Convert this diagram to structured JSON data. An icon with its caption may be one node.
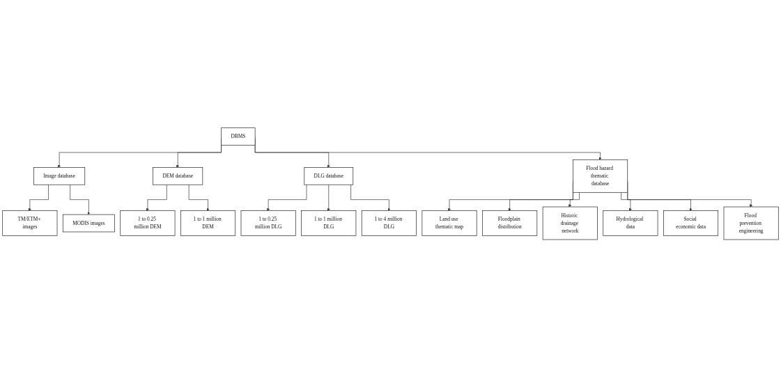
{
  "diagram": {
    "nodes": [
      {
        "text": [
          "DBMS"
        ]
      },
      {
        "text": [
          "Image database"
        ]
      },
      {
        "text": [
          "DEM database"
        ]
      },
      {
        "text": [
          "DLG database"
        ]
      },
      {
        "text": [
          "Flood hazard thematic database"
        ]
      },
      {
        "text": [
          "TM/ETM+ images"
        ]
      },
      {
        "text": [
          "MODIS images"
        ]
      },
      {
        "text": [
          "1 to 0.25 million DEM"
        ]
      },
      {
        "text": [
          "1 to 1 million DEM"
        ]
      },
      {
        "text": [
          "1 to 0.25 million DLG"
        ]
      },
      {
        "text": [
          "1 to 1 million DLG"
        ]
      },
      {
        "text": [
          "1 to 4 million DLG"
        ]
      },
      {
        "text": [
          "Land use thematic map"
        ]
      },
      {
        "text": [
          "Floodplain distribution"
        ]
      },
      {
        "text": [
          "Historic drainage network"
        ]
      },
      {
        "text": [
          "Hydrological data"
        ]
      },
      {
        "text": [
          "Social economic data"
        ]
      },
      {
        "text": [
          "Flood prevention engineering"
        ]
      }
    ],
    "edges": [
      {
        "from": 0,
        "to": 1,
        "arrow": "to"
      },
      {
        "from": 0,
        "to": 2,
        "arrow": "to"
      },
      {
        "from": 0,
        "to": 3,
        "arrow": "to"
      },
      {
        "from": 0,
        "to": 4,
        "arrow": "to"
      },
      {
        "from": 1,
        "to": 5,
        "arrow": "to"
      },
      {
        "from": 1,
        "to": 6,
        "arrow": "to"
      },
      {
        "from": 2,
        "to": 7,
        "arrow": "to"
      },
      {
        "from": 2,
        "to": 8,
        "arrow": "to"
      },
      {
        "from": 3,
        "to": 9,
        "arrow": "to"
      },
      {
        "from": 3,
        "to": 10,
        "arrow": "to"
      },
      {
        "from": 3,
        "to": 11,
        "arrow": "to"
      },
      {
        "from": 4,
        "to": 12,
        "arrow": "to"
      },
      {
        "from": 4,
        "to": 13,
        "arrow": "to"
      },
      {
        "from": 4,
        "to": 14,
        "arrow": "to"
      },
      {
        "from": 4,
        "to": 15,
        "arrow": "to"
      },
      {
        "from": 4,
        "to": 16,
        "arrow": "to"
      },
      {
        "from": 4,
        "to": 17,
        "arrow": "to"
      }
    ]
  }
}
